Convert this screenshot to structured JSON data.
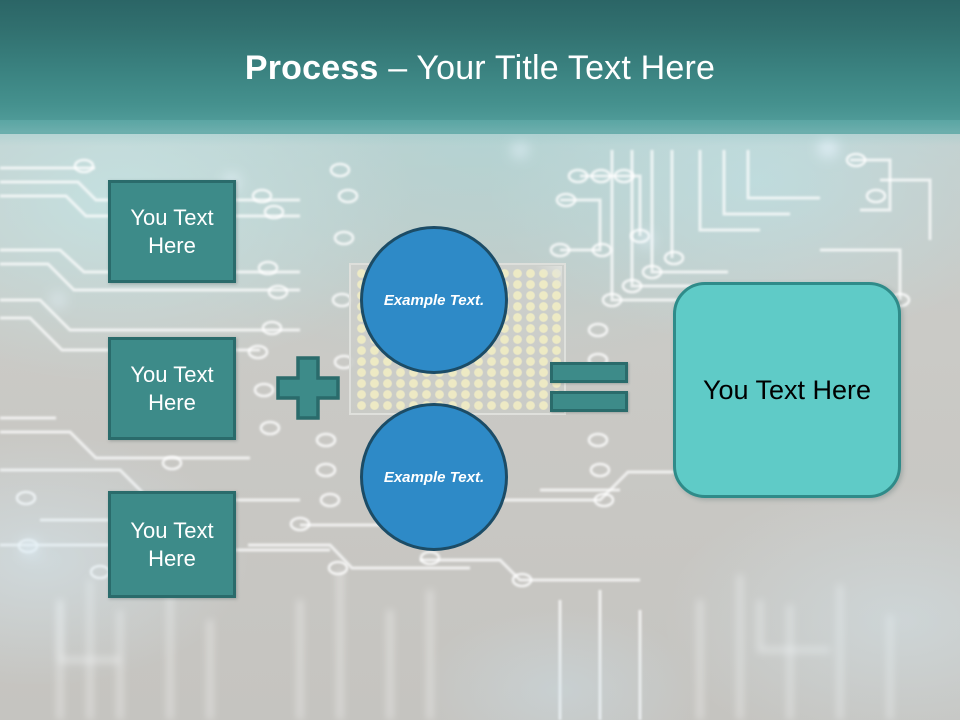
{
  "slide": {
    "header": {
      "title_bold": "Process",
      "title_rest": " – Your Title Text Here"
    },
    "left_items": [
      {
        "label": "You Text Here"
      },
      {
        "label": "You Text Here"
      },
      {
        "label": "You Text Here"
      }
    ],
    "operators": {
      "plus": "plus-icon",
      "equals": "equals-icon"
    },
    "circles": [
      {
        "label": "Example Text."
      },
      {
        "label": "Example Text."
      }
    ],
    "result": {
      "label": "You Text Here"
    },
    "colors": {
      "header_top": "#2b6566",
      "header_bottom": "#57a2a0",
      "box_fill": "#3d8b89",
      "box_border": "#2a6b6b",
      "circle_fill": "#2e8ac7",
      "circle_border": "#1c4c66",
      "result_fill": "#5fcbc7",
      "result_border": "#2f8b89",
      "title_text": "#ffffff",
      "background": "#c9c9c9"
    }
  }
}
